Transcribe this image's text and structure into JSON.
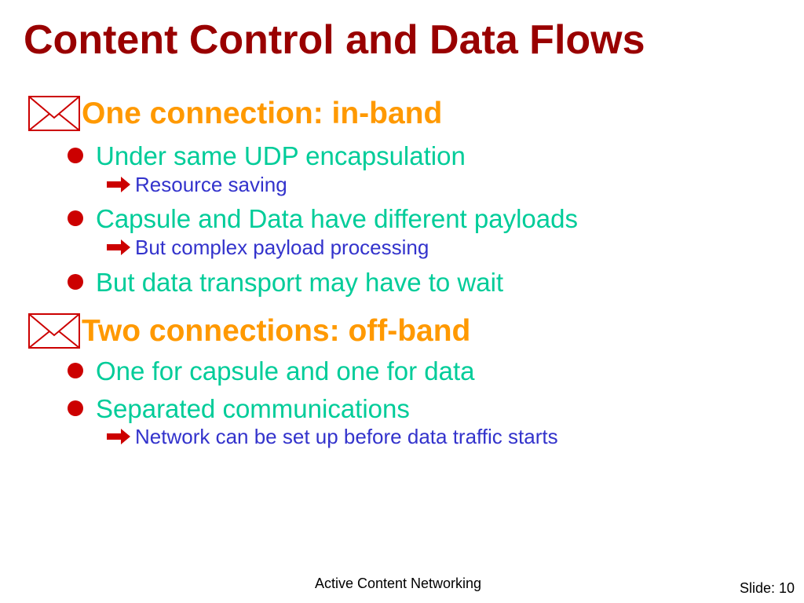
{
  "slide": {
    "title": "Content Control and Data Flows",
    "title_color": "#990000",
    "level1_color": "#ff9900",
    "level2_color": "#00cc99",
    "level3_color": "#3333cc",
    "bullet_color": "#cc0000",
    "arrow_color": "#cc0000",
    "envelope_color": "#cc0000",
    "items": [
      {
        "level": 1,
        "icon": "envelope-icon",
        "text": "One connection: in-band"
      },
      {
        "level": 2,
        "icon": "bullet-dot-icon",
        "text": "Under same UDP encapsulation"
      },
      {
        "level": 3,
        "icon": "arrow-right-icon",
        "text": "Resource saving"
      },
      {
        "level": 2,
        "icon": "bullet-dot-icon",
        "text": "Capsule and Data have different payloads"
      },
      {
        "level": 3,
        "icon": "arrow-right-icon",
        "text": "But complex payload processing"
      },
      {
        "level": 2,
        "icon": "bullet-dot-icon",
        "text": "But data transport may have to wait"
      },
      {
        "level": 1,
        "icon": "envelope-icon",
        "text": "Two connections: off-band"
      },
      {
        "level": 2,
        "icon": "bullet-dot-icon",
        "text": "One for capsule and one for data"
      },
      {
        "level": 2,
        "icon": "bullet-dot-icon",
        "text": "Separated communications"
      },
      {
        "level": 3,
        "icon": "arrow-right-icon",
        "text": "Network can be set up before data traffic starts"
      }
    ]
  },
  "footer": {
    "center_text": "Active Content Networking",
    "slide_label": "Slide: 10"
  }
}
